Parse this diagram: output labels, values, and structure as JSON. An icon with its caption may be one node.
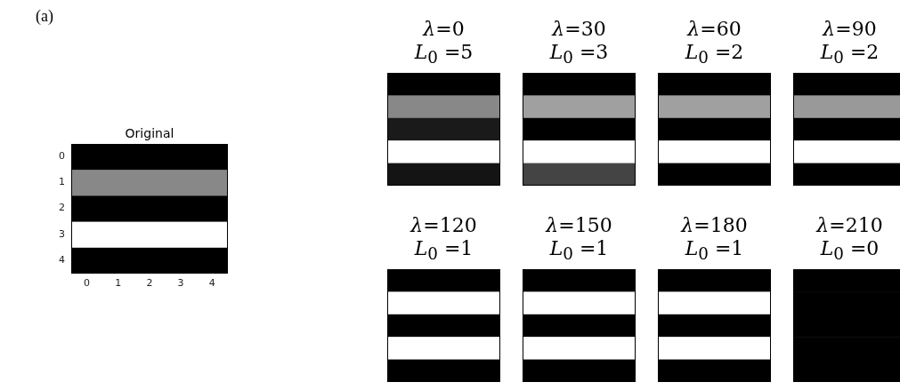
{
  "diagram": {
    "nodes": [
      {
        "text": [
          "Original"
        ]
      },
      {
        "text": [
          "*λ*=0",
          "*L*$_{0}$ =5"
        ]
      },
      {
        "text": [
          "*λ*=30",
          "*L*$_{0}$ =3"
        ]
      },
      {
        "text": [
          "*λ*=60",
          "*L*$_{0}$ =2"
        ]
      },
      {
        "text": [
          "*λ*=90",
          "*L*$_{0}$ =2"
        ]
      },
      {
        "text": [
          "*λ*=120",
          "*L*$_{0}$ =1"
        ]
      },
      {
        "text": [
          "*λ*=150",
          "*L*$_{0}$ =1"
        ]
      },
      {
        "text": [
          "*λ*=180",
          "*L*$_{0}$ =1"
        ]
      },
      {
        "text": [
          "*λ*=210",
          "*L*$_{0}$ =0"
        ]
      }
    ],
    "labels": [
      "(a)",
      "0",
      "1",
      "2",
      "3",
      "4",
      "0",
      "1",
      "2",
      "3",
      "4"
    ]
  }
}
